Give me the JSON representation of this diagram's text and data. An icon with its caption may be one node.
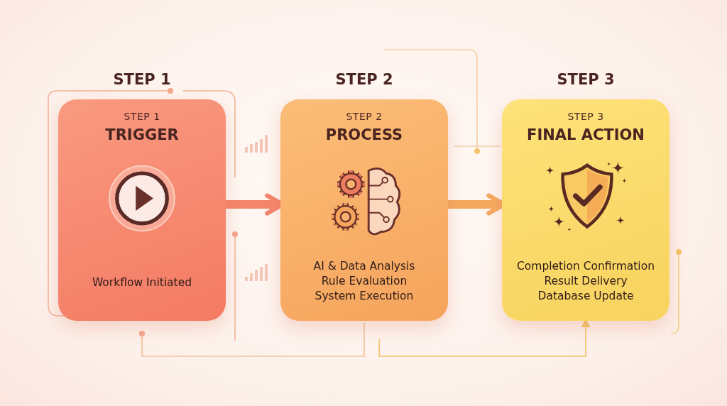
{
  "diagram": {
    "nodes": [
      {
        "text": [
          "STEP 1",
          "TRIGGER",
          "Workflow Initiated"
        ],
        "beside": [
          "STEP 1"
        ]
      },
      {
        "text": [
          "STEP 2",
          "PROCESS",
          "AI & Data Analysis",
          "Rule Evaluation",
          "System Execution"
        ],
        "beside": [
          "STEP 2"
        ]
      },
      {
        "text": [
          "STEP 3",
          "FINAL ACTION",
          "Completion Confirmation",
          "Result Delivery",
          "Database Update"
        ],
        "beside": [
          "STEP 3"
        ]
      }
    ],
    "edges": [
      {
        "from": 0,
        "to": 1,
        "arrow": "to",
        "color": "#f4856c"
      },
      {
        "from": 1,
        "to": 2,
        "arrow": "to",
        "color": "#f5a95f"
      },
      {
        "from": 1,
        "to": 2,
        "arrow": "to",
        "color": "#f2c46a"
      }
    ]
  }
}
